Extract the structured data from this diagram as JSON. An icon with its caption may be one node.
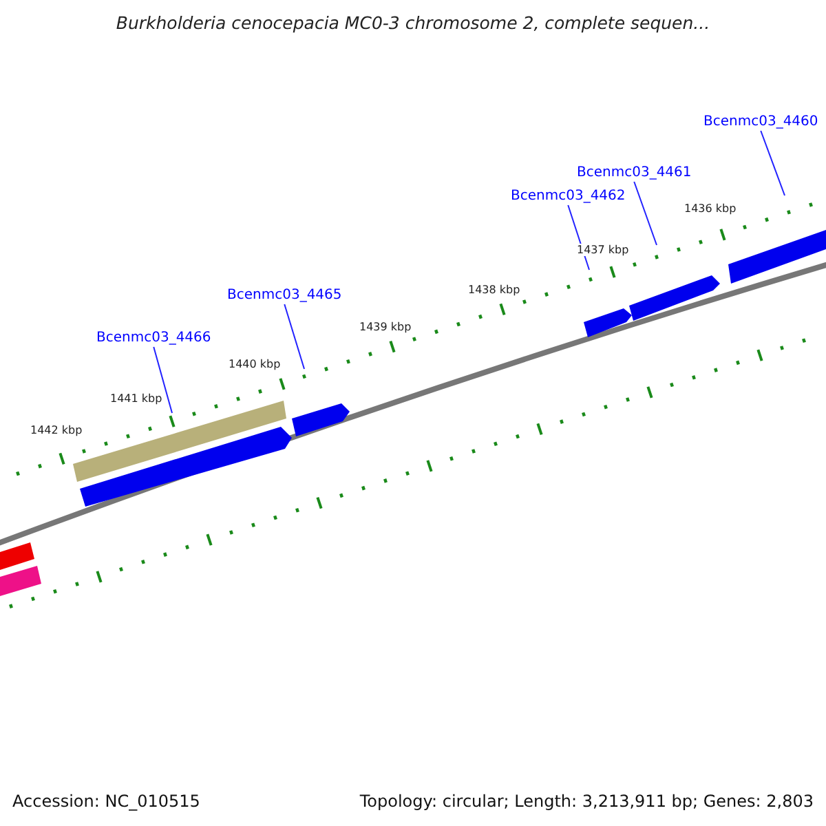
{
  "diagram": {
    "title": "Burkholderia cenocepacia MC0-3 chromosome 2, complete sequen...",
    "nodes": [
      {
        "text": [
          "Bcenmc03_4460"
        ]
      },
      {
        "text": [
          "Bcenmc03_4461"
        ]
      },
      {
        "text": [
          "Bcenmc03_4462"
        ]
      },
      {
        "text": [
          "Bcenmc03_4465"
        ]
      },
      {
        "text": [
          "Bcenmc03_4466"
        ]
      }
    ],
    "edges": [
      {
        "from": 0,
        "to": null,
        "arrow": "none"
      },
      {
        "from": 1,
        "to": null,
        "arrow": "none"
      },
      {
        "from": 2,
        "to": null,
        "arrow": "none"
      },
      {
        "from": 3,
        "to": null,
        "arrow": "none"
      },
      {
        "from": 4,
        "to": null,
        "arrow": "none"
      }
    ],
    "labels": [
      "1436 kbp",
      "1437 kbp",
      "1438 kbp",
      "1439 kbp",
      "1440 kbp",
      "1441 kbp",
      "1442 kbp",
      "Accession: NC_010515",
      "Topology: circular; Length: 3,213,911 bp; Genes: 2,803"
    ]
  }
}
